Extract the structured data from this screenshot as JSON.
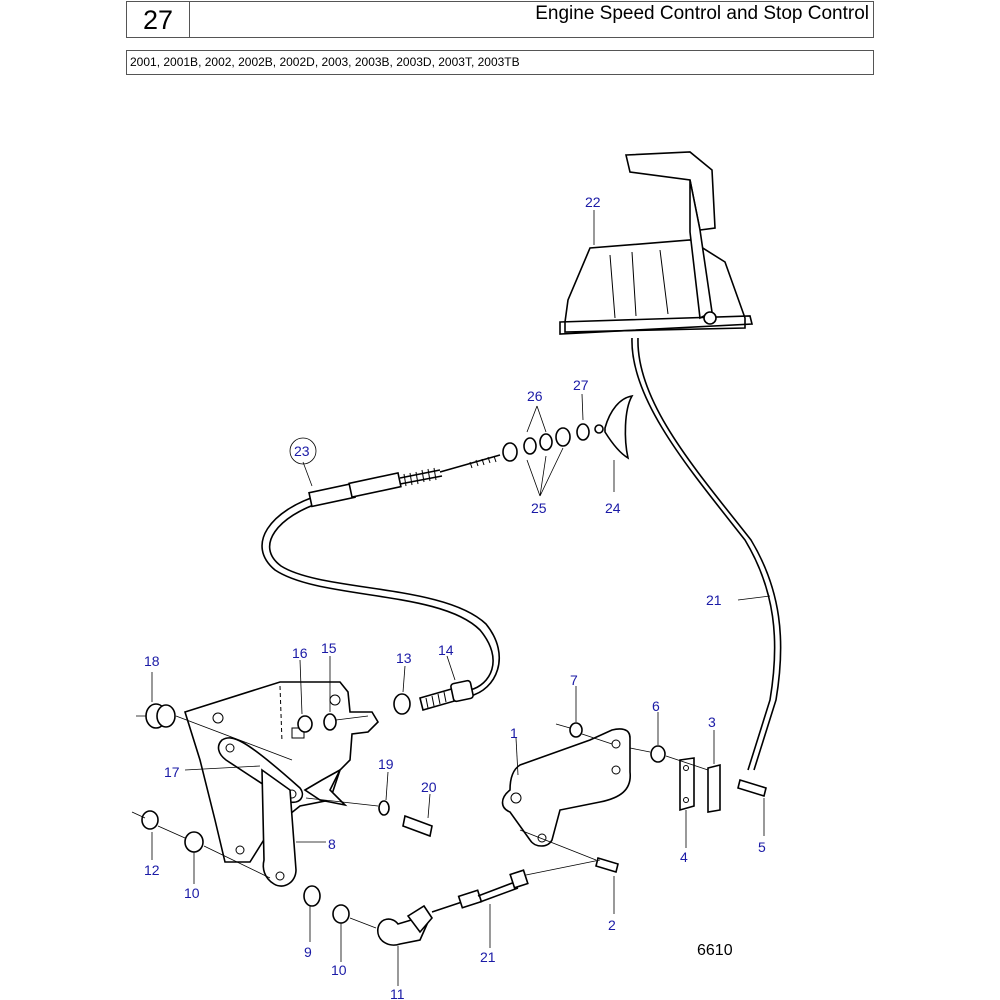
{
  "header": {
    "section_number": "27",
    "title": "Engine Speed Control and Stop Control",
    "models": "2001, 2001B, 2002, 2002B, 2002D, 2003, 2003B, 2003D, 2003T, 2003TB"
  },
  "diagram": {
    "drawing_id": "6610",
    "callouts": [
      "1",
      "2",
      "3",
      "4",
      "5",
      "6",
      "7",
      "8",
      "9",
      "10",
      "10",
      "11",
      "12",
      "13",
      "14",
      "15",
      "16",
      "17",
      "18",
      "19",
      "20",
      "21",
      "21",
      "22",
      "23",
      "24",
      "25",
      "26",
      "27"
    ],
    "circled_callout": "23"
  },
  "colors": {
    "callout": "#1a1aa6",
    "line": "#000000",
    "border": "#555555"
  }
}
